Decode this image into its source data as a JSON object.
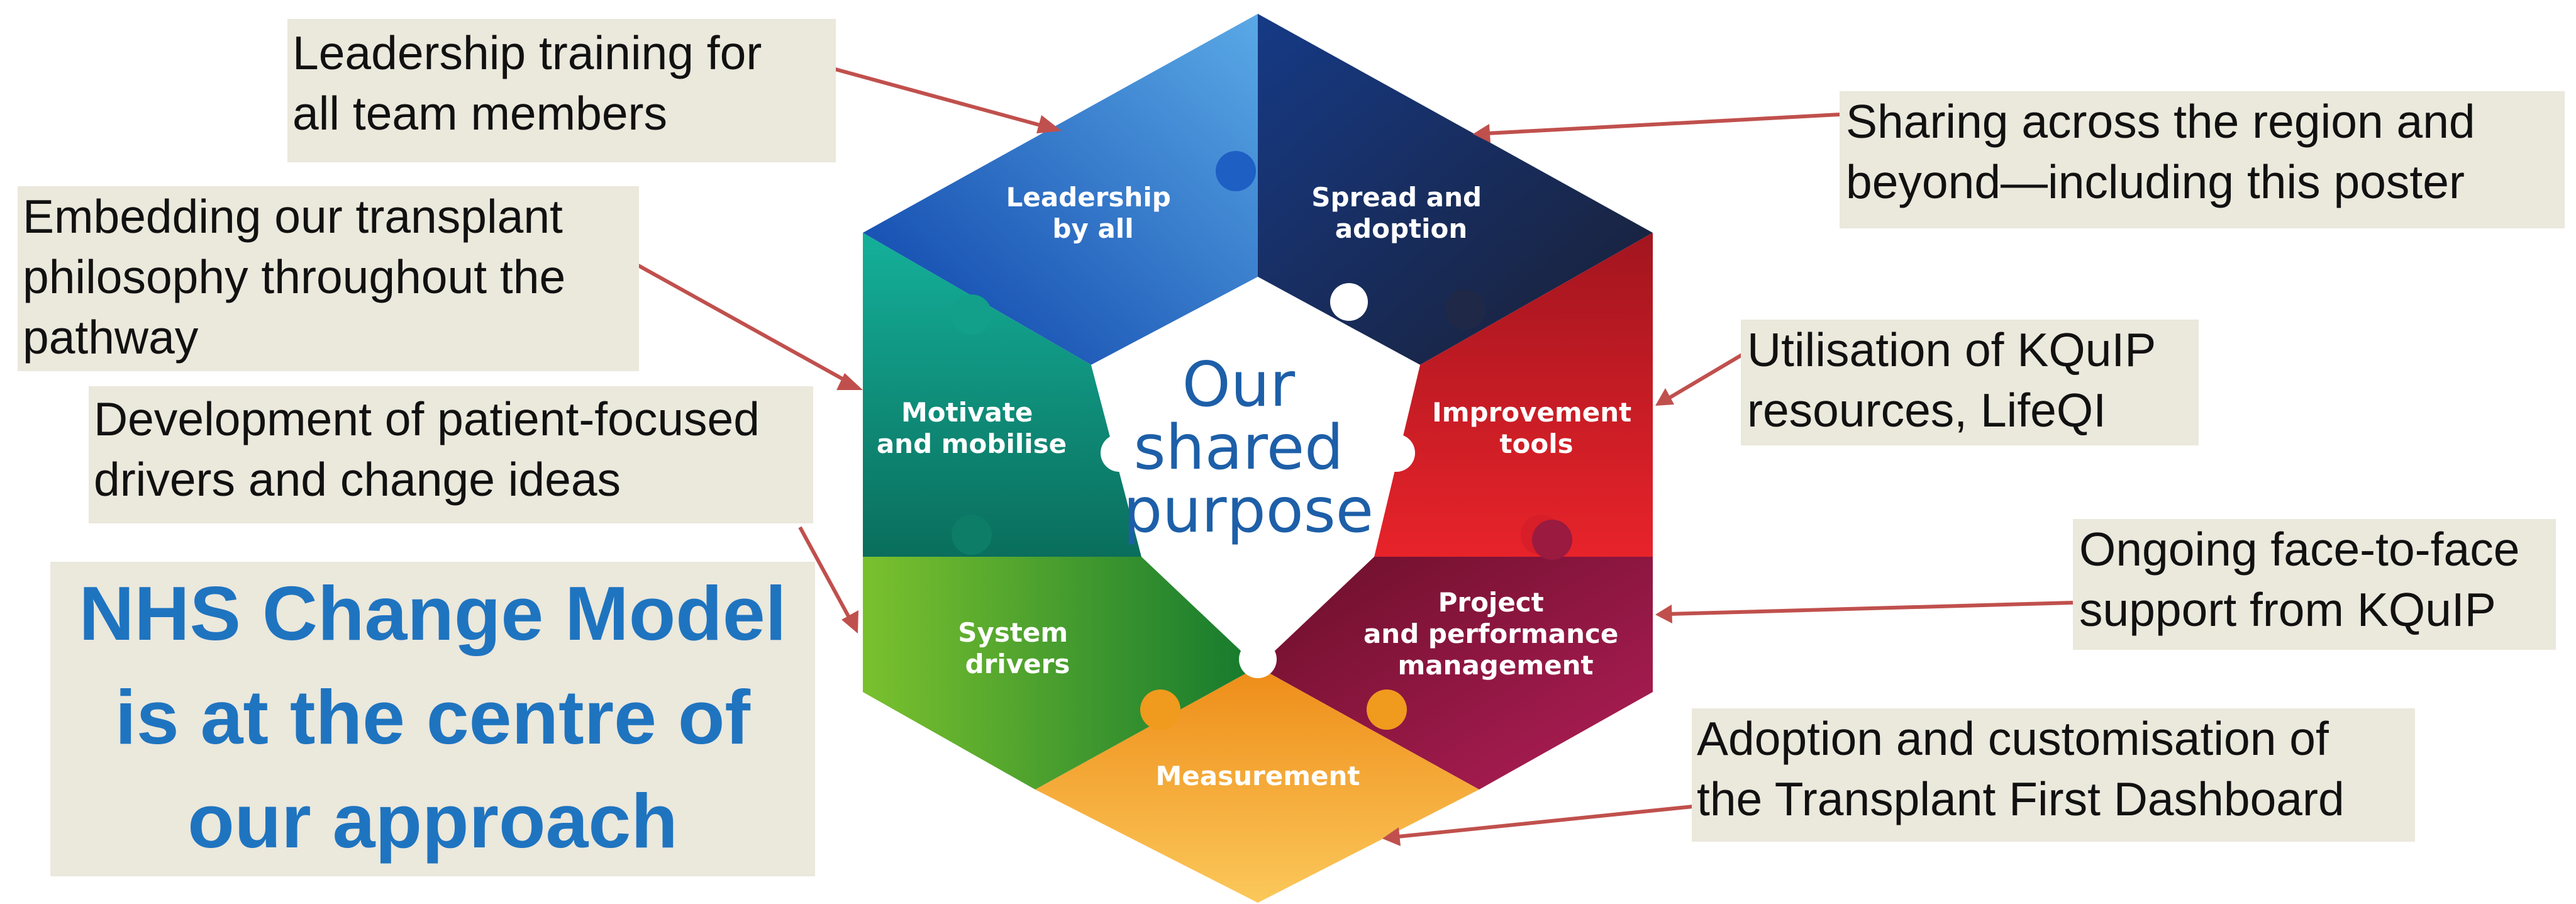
{
  "center": {
    "lines": [
      "Our",
      "shared",
      "purpose"
    ]
  },
  "segments": [
    {
      "id": "leadership",
      "lines": [
        "Leadership",
        "by all"
      ],
      "color": "#1d62c7"
    },
    {
      "id": "spread",
      "lines": [
        "Spread and",
        "adoption"
      ],
      "color": "#223058"
    },
    {
      "id": "improvement",
      "lines": [
        "Improvement",
        "tools"
      ],
      "color": "#d81e28"
    },
    {
      "id": "project",
      "lines": [
        "Project",
        "and performance",
        "management"
      ],
      "color": "#8a1840"
    },
    {
      "id": "measurement",
      "lines": [
        "Measurement"
      ],
      "color": "#f3a020"
    },
    {
      "id": "system",
      "lines": [
        "System",
        "drivers"
      ],
      "color": "#3f9a2a"
    },
    {
      "id": "motivate",
      "lines": [
        "Motivate",
        "and mobilise"
      ],
      "color": "#0f9880"
    }
  ],
  "annotations": {
    "leadership_training": [
      "Leadership training for",
      "all team members"
    ],
    "embedding": [
      "Embedding our transplant",
      "philosophy throughout the",
      "pathway"
    ],
    "development": [
      "Development of patient-focused",
      "drivers and change ideas"
    ],
    "sharing": [
      "Sharing across the region and",
      "beyond—including this poster"
    ],
    "utilisation": [
      "Utilisation of KQuIP",
      "resources, LifeQI"
    ],
    "face_to_face": [
      "Ongoing face-to-face",
      "support from KQuIP"
    ],
    "adoption": [
      "Adoption and customisation of",
      "the Transplant First Dashboard"
    ]
  },
  "headline": {
    "lines": [
      "NHS Change Model",
      "is at the centre of",
      "our approach"
    ]
  },
  "colors": {
    "arrow": "#c0504d",
    "note_bg": "#ebe8dc",
    "headline_text": "#1f74c0",
    "center_text": "#1d5fa8"
  }
}
